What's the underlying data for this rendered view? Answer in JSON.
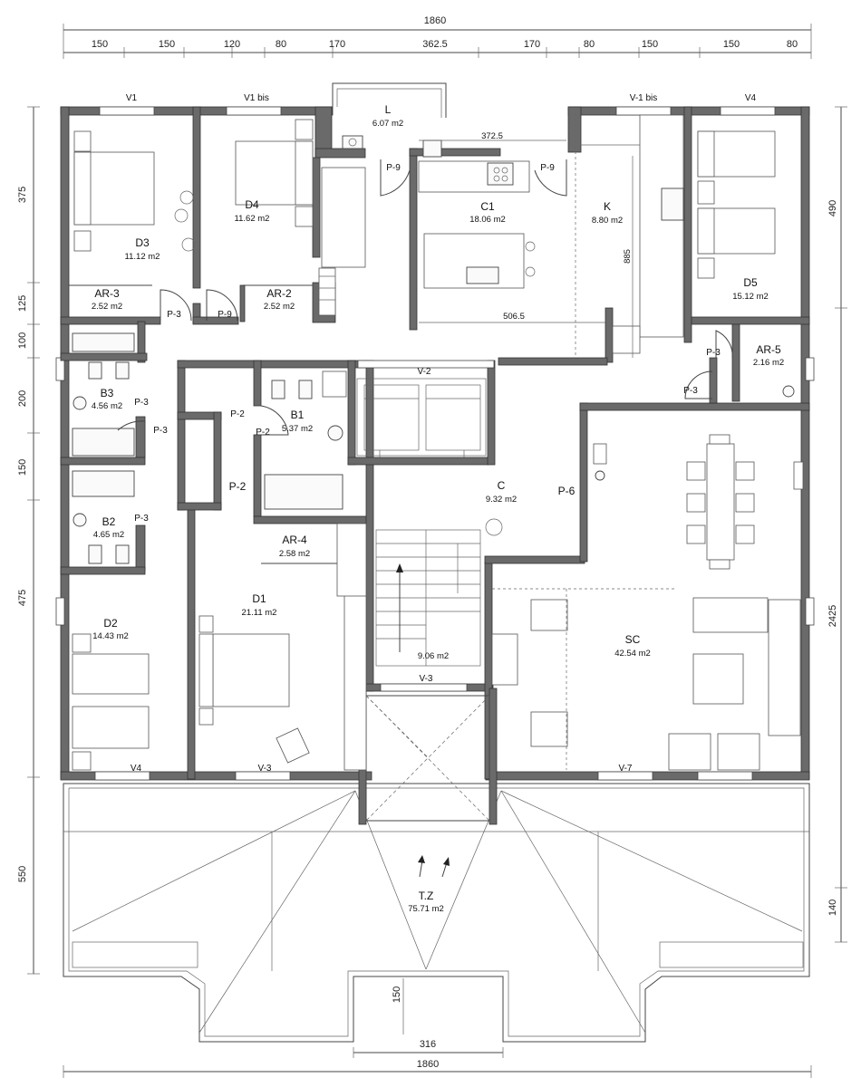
{
  "dimensions": {
    "top_total": "1860",
    "top_segments": [
      "150",
      "150",
      "120",
      "80",
      "170",
      "362.5",
      "170",
      "80",
      "150",
      "150",
      "80"
    ],
    "bottom_total": "1860",
    "bottom_inner": "316",
    "bottom_inner_vertical": "150",
    "left_segments": [
      "375",
      "125",
      "100",
      "200",
      "150",
      "475",
      "550"
    ],
    "right_segments": [
      "490",
      "2425",
      "140"
    ],
    "kitchen_width": "372.5",
    "kitchen_depth": "885",
    "kitchen_bottom": "506.5"
  },
  "rooms": {
    "L": {
      "name": "L",
      "area": "6.07 m2"
    },
    "C1": {
      "name": "C1",
      "area": "18.06 m2"
    },
    "K": {
      "name": "K",
      "area": "8.80 m2"
    },
    "D3": {
      "name": "D3",
      "area": "11.12 m2"
    },
    "D4": {
      "name": "D4",
      "area": "11.62 m2"
    },
    "D5": {
      "name": "D5",
      "area": "15.12 m2"
    },
    "AR3": {
      "name": "AR-3",
      "area": "2.52 m2"
    },
    "AR2": {
      "name": "AR-2",
      "area": "2.52 m2"
    },
    "AR5": {
      "name": "AR-5",
      "area": "2.16 m2"
    },
    "AR4": {
      "name": "AR-4",
      "area": "2.58 m2"
    },
    "B3": {
      "name": "B3",
      "area": "4.56 m2"
    },
    "B2": {
      "name": "B2",
      "area": "4.65 m2"
    },
    "B1": {
      "name": "B1",
      "area": "5.37 m2"
    },
    "C": {
      "name": "C",
      "area": "9.32 m2"
    },
    "STAIR": {
      "name": "",
      "area": "9.06 m2"
    },
    "D2": {
      "name": "D2",
      "area": "14.43 m2"
    },
    "D1": {
      "name": "D1",
      "area": "21.11 m2"
    },
    "SC": {
      "name": "SC",
      "area": "42.54 m2"
    },
    "TZ": {
      "name": "T.Z",
      "area": "75.71 m2"
    }
  },
  "windows": {
    "V1": "V1",
    "V1bis": "V1 bis",
    "V1bis_right": "V-1 bis",
    "V4_top": "V4",
    "V2": "V-2",
    "V3_stair": "V-3",
    "V4_bottom": "V4",
    "V3_bottom": "V-3",
    "V7": "V-7"
  },
  "doors": {
    "P9": "P-9",
    "P3": "P-3",
    "P2": "P-2",
    "P6": "P-6"
  },
  "colors": {
    "wall": "#6a6a6a",
    "line": "#444444",
    "background": "#ffffff"
  }
}
